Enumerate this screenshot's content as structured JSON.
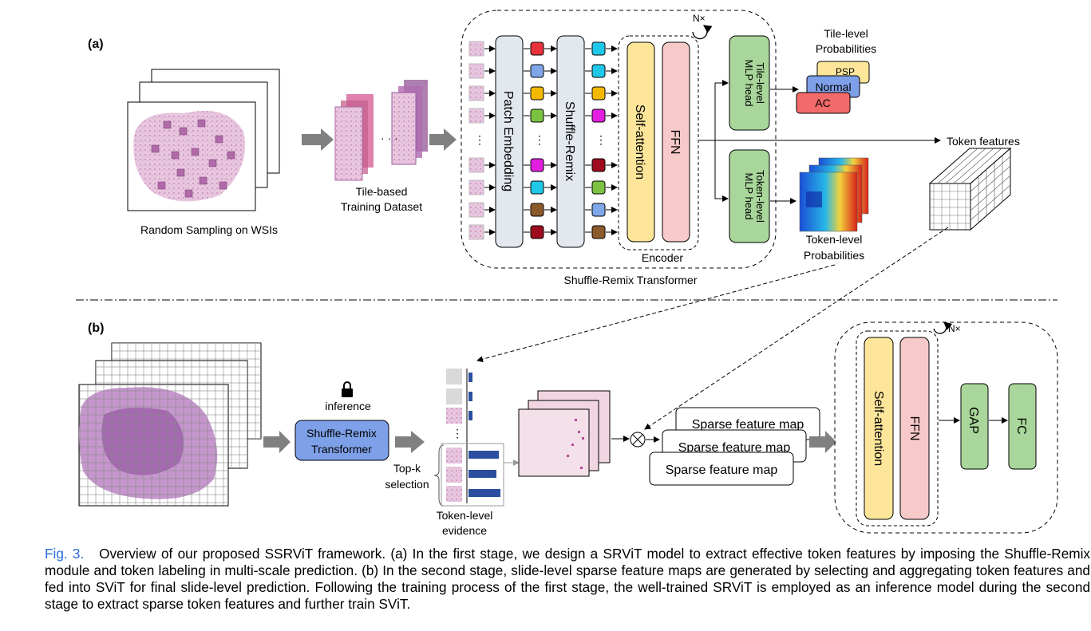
{
  "panel_a": {
    "label": "(a)",
    "wsi_caption": "Random Sampling on WSIs",
    "dataset_caption": [
      "Tile-based",
      "Training Dataset"
    ],
    "dots": "· · ·",
    "vertical_dots": "·\n·\n·",
    "patch_embedding": "Patch Embedding",
    "shuffle_remix": "Shuffle-Remix",
    "self_attention": "Self-attention",
    "ffn": "FFN",
    "encoder": "Encoder",
    "repeat": "N×",
    "transformer_caption": "Shuffle-Remix Transformer",
    "tile_head": [
      "Tile-level",
      "MLP head"
    ],
    "token_head": [
      "Token-level",
      "MLP head"
    ],
    "tile_probs_title": [
      "Tile-level",
      "Probabilities"
    ],
    "classes": [
      "PSP",
      "Normal",
      "AC"
    ],
    "token_features": "Token features",
    "token_probs_title": [
      "Token-level",
      "Probabilities"
    ]
  },
  "panel_b": {
    "label": "(b)",
    "inference": "inference",
    "transformer": [
      "Shuffle-Remix",
      "Transformer"
    ],
    "topk": [
      "Top-k",
      "selection"
    ],
    "evidence": [
      "Token-level",
      "evidence"
    ],
    "sparse_maps": [
      "Sparse feature map",
      "Sparse feature map",
      "Sparse feature map"
    ],
    "self_attention": "Self-attention",
    "ffn": "FFN",
    "gap": "GAP",
    "fc": "FC",
    "repeat": "N×"
  },
  "caption": {
    "label": "Fig. 3.",
    "text": "Overview of our proposed SSRViT framework. (a) In the first stage, we design a SRViT model to extract effective token features by imposing the Shuffle-Remix module and token labeling in multi-scale prediction. (b) In the second stage, slide-level sparse feature maps are generated by selecting and aggregating token features and fed into SViT for final slide-level prediction. Following the training process of the first stage, the well-trained SRViT is employed as an inference model during the second stage to extract sparse token features and further train SViT."
  },
  "colors": {
    "token_colors": [
      "#e8323c",
      "#7ea6e8",
      "#f5b800",
      "#7cc242",
      "#e21ee0",
      "#1fc8e8",
      "#8b5a2b",
      "#9e0b1e"
    ],
    "shuffle_colors": [
      "#1fc8e8",
      "#1fc8e8",
      "#f5b800",
      "#7cc242",
      "#e21ee0",
      "#9e0b1e",
      "#7cc242",
      "#7ea6e8",
      "#8b5a2b"
    ],
    "gray_block": "#e3e8ef",
    "yellow_block": "#fde69a",
    "pink_block": "#f7c9c9",
    "green_block": "#a9d69a",
    "blue_block": "#7ea0e8"
  }
}
